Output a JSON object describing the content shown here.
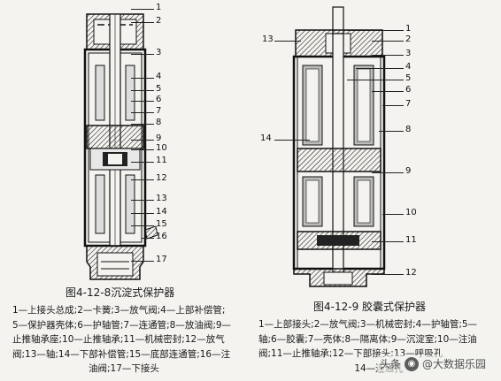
{
  "figure_left": {
    "numbers": [
      "1",
      "2",
      "3",
      "4",
      "5",
      "6",
      "7",
      "8",
      "9",
      "10",
      "11",
      "12",
      "13",
      "14",
      "15",
      "16",
      "17"
    ],
    "caption_title": "图4-12-8沉淀式保护器",
    "caption_lines": [
      "1—上接头总成;2—卡簧;3—放气阀;4—上部补偿管;",
      "5—保护器壳体;6—护轴管;7—连通管;8—放油阀;9—",
      "止推轴承座;10—止推轴承;11—机械密封;12—放气",
      "阀;13—轴;14—下部补偿管;15—底部连通管;16—注",
      "油阀;17—下接头"
    ]
  },
  "figure_right": {
    "numbers": [
      "1",
      "2",
      "3",
      "4",
      "5",
      "6",
      "7",
      "8",
      "9",
      "10",
      "11",
      "12",
      "13",
      "14"
    ],
    "caption_title": "图4-12-9 胶囊式保护器",
    "caption_lines": [
      "1—上部接头;2—放气阀;3—机械密封;4—护轴管;5—",
      "轴;6—胶囊;7—壳体;8—隔离体;9—沉淀室;10—注油",
      "阀;11—止推轴承;12—下部接头;13—呼吸孔",
      "14—连通孔"
    ]
  },
  "watermark": {
    "prefix": "头条",
    "text": "@大数据乐园"
  },
  "colors": {
    "ink": "#1a1a1a",
    "paper": "#f4f3ef"
  }
}
